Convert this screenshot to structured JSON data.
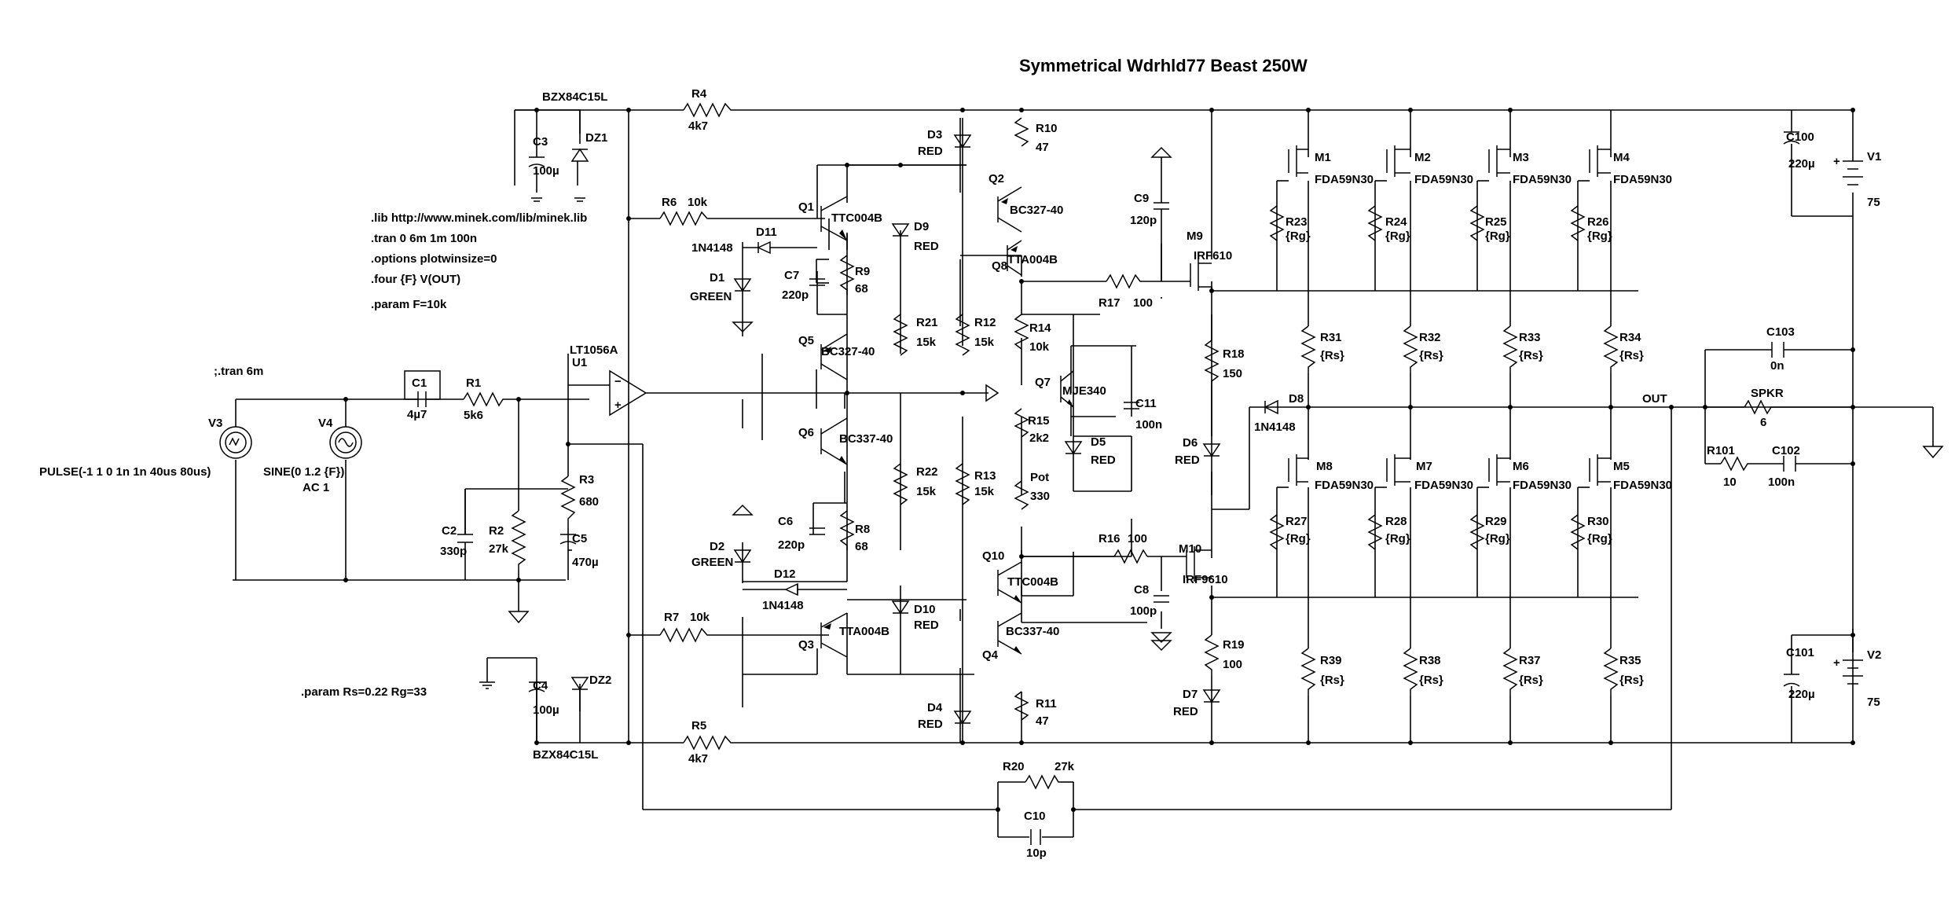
{
  "title": "Symmetrical Wdrhld77 Beast  250W",
  "directives": [
    ".lib http://www.minek.com/lib/minek.lib",
    ".tran 0 6m 1m 100n",
    ".options plotwinsize=0",
    ".four {F} V(OUT)",
    ".param F=10k",
    ";.tran 6m",
    ".param Rs=0.22 Rg=33"
  ],
  "sources": {
    "V3": {
      "ref": "V3",
      "value": "PULSE(-1 1 0 1n 1n 40us 80us)"
    },
    "V4": {
      "ref": "V4",
      "value": "SINE(0 1.2 {F})",
      "ac": "AC 1"
    },
    "V1": {
      "ref": "V1",
      "value": "75"
    },
    "V2": {
      "ref": "V2",
      "value": "75"
    }
  },
  "opamp": {
    "model": "LT1056A",
    "ref": "U1"
  },
  "net_label": "OUT",
  "components": {
    "C1": {
      "ref": "C1",
      "value": "4µ7"
    },
    "R1": {
      "ref": "R1",
      "value": "5k6"
    },
    "C2": {
      "ref": "C2",
      "value": "330p"
    },
    "R2": {
      "ref": "R2",
      "value": "27k"
    },
    "R3": {
      "ref": "R3",
      "value": "680"
    },
    "C5": {
      "ref": "C5",
      "value": "470µ"
    },
    "C3": {
      "ref": "C3",
      "value": "100µ"
    },
    "DZ1": {
      "ref": "DZ1",
      "value": "BZX84C15L"
    },
    "C4": {
      "ref": "C4",
      "value": "100µ"
    },
    "DZ2": {
      "ref": "DZ2",
      "value": "BZX84C15L"
    },
    "R4": {
      "ref": "R4",
      "value": "4k7"
    },
    "R5": {
      "ref": "R5",
      "value": "4k7"
    },
    "R6": {
      "ref": "R6",
      "value": "10k"
    },
    "R7": {
      "ref": "R7",
      "value": "10k"
    },
    "Q1": {
      "ref": "Q1",
      "value": "TTC004B"
    },
    "Q2": {
      "ref": "Q2",
      "value": "BC327-40"
    },
    "Q3": {
      "ref": "Q3",
      "value": "TTA004B"
    },
    "Q4": {
      "ref": "Q4",
      "value": "BC337-40"
    },
    "Q5": {
      "ref": "Q5",
      "value": "BC327-40"
    },
    "Q6": {
      "ref": "Q6",
      "value": "BC337-40"
    },
    "Q7": {
      "ref": "Q7",
      "value": "MJE340"
    },
    "Q8": {
      "ref": "Q8",
      "value": "TTA004B"
    },
    "Q10": {
      "ref": "Q10",
      "value": "TTC004B"
    },
    "D1": {
      "ref": "D1",
      "value": "GREEN"
    },
    "D2": {
      "ref": "D2",
      "value": "GREEN"
    },
    "D3": {
      "ref": "D3",
      "value": "RED"
    },
    "D4": {
      "ref": "D4",
      "value": "RED"
    },
    "D5": {
      "ref": "D5",
      "value": "RED"
    },
    "D6": {
      "ref": "D6",
      "value": "RED"
    },
    "D7": {
      "ref": "D7",
      "value": "RED"
    },
    "D8": {
      "ref": "D8",
      "value": "1N4148"
    },
    "D9": {
      "ref": "D9",
      "value": "RED"
    },
    "D10": {
      "ref": "D10",
      "value": "RED"
    },
    "D11": {
      "ref": "D11",
      "value": "1N4148"
    },
    "D12": {
      "ref": "D12",
      "value": "1N4148"
    },
    "C6": {
      "ref": "C6",
      "value": "220p"
    },
    "C7": {
      "ref": "C7",
      "value": "220p"
    },
    "R8": {
      "ref": "R8",
      "value": "68"
    },
    "R9": {
      "ref": "R9",
      "value": "68"
    },
    "R10": {
      "ref": "R10",
      "value": "47"
    },
    "R11": {
      "ref": "R11",
      "value": "47"
    },
    "R12": {
      "ref": "R12",
      "value": "15k"
    },
    "R13": {
      "ref": "R13",
      "value": "15k"
    },
    "R21": {
      "ref": "R21",
      "value": "15k"
    },
    "R22": {
      "ref": "R22",
      "value": "15k"
    },
    "R14": {
      "ref": "R14",
      "value": "10k"
    },
    "R15": {
      "ref": "R15",
      "value": "2k2"
    },
    "Pot": {
      "ref": "Pot",
      "value": "330"
    },
    "C11": {
      "ref": "C11",
      "value": "100n"
    },
    "R16": {
      "ref": "R16",
      "value": "100"
    },
    "R17": {
      "ref": "R17",
      "value": "100"
    },
    "C8": {
      "ref": "C8",
      "value": "100p"
    },
    "C9": {
      "ref": "C9",
      "value": "120p"
    },
    "M9": {
      "ref": "M9",
      "value": "IRF610"
    },
    "M10": {
      "ref": "M10",
      "value": "IRF9610"
    },
    "R18": {
      "ref": "R18",
      "value": "150"
    },
    "R19": {
      "ref": "R19",
      "value": "100"
    },
    "M1": {
      "ref": "M1",
      "value": "FDA59N30"
    },
    "M2": {
      "ref": "M2",
      "value": "FDA59N30"
    },
    "M3": {
      "ref": "M3",
      "value": "FDA59N30"
    },
    "M4": {
      "ref": "M4",
      "value": "FDA59N30"
    },
    "M5": {
      "ref": "M5",
      "value": "FDA59N30"
    },
    "M6": {
      "ref": "M6",
      "value": "FDA59N30"
    },
    "M7": {
      "ref": "M7",
      "value": "FDA59N30"
    },
    "M8": {
      "ref": "M8",
      "value": "FDA59N30"
    },
    "R23": {
      "ref": "R23",
      "value": "{Rg}"
    },
    "R24": {
      "ref": "R24",
      "value": "{Rg}"
    },
    "R25": {
      "ref": "R25",
      "value": "{Rg}"
    },
    "R26": {
      "ref": "R26",
      "value": "{Rg}"
    },
    "R27": {
      "ref": "R27",
      "value": "{Rg}"
    },
    "R28": {
      "ref": "R28",
      "value": "{Rg}"
    },
    "R29": {
      "ref": "R29",
      "value": "{Rg}"
    },
    "R30": {
      "ref": "R30",
      "value": "{Rg}"
    },
    "R31": {
      "ref": "R31",
      "value": "{Rs}"
    },
    "R32": {
      "ref": "R32",
      "value": "{Rs}"
    },
    "R33": {
      "ref": "R33",
      "value": "{Rs}"
    },
    "R34": {
      "ref": "R34",
      "value": "{Rs}"
    },
    "R35": {
      "ref": "R35",
      "value": "{Rs}"
    },
    "R37": {
      "ref": "R37",
      "value": "{Rs}"
    },
    "R38": {
      "ref": "R38",
      "value": "{Rs}"
    },
    "R39": {
      "ref": "R39",
      "value": "{Rs}"
    },
    "C100": {
      "ref": "C100",
      "value": "220µ"
    },
    "C101": {
      "ref": "C101",
      "value": "220µ"
    },
    "C103": {
      "ref": "C103",
      "value": "0n"
    },
    "SPKR": {
      "ref": "SPKR",
      "value": "6"
    },
    "R101": {
      "ref": "R101",
      "value": "10"
    },
    "C102": {
      "ref": "C102",
      "value": "100n"
    },
    "R20": {
      "ref": "R20",
      "value": "27k"
    },
    "C10": {
      "ref": "C10",
      "value": "10p"
    }
  }
}
